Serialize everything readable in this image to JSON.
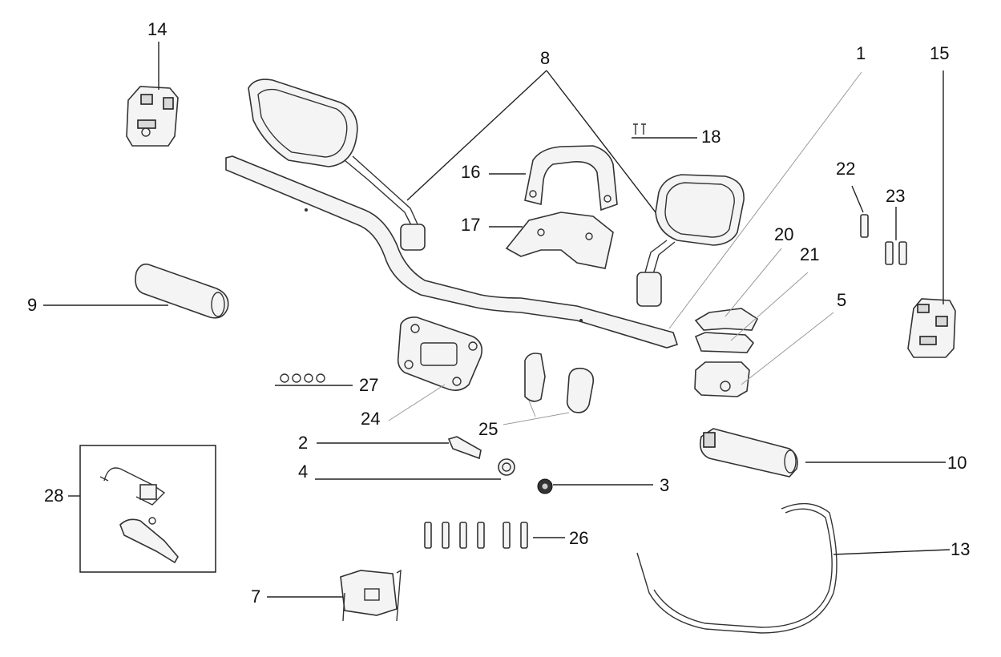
{
  "callouts": [
    {
      "id": "1",
      "label": "1"
    },
    {
      "id": "2",
      "label": "2"
    },
    {
      "id": "3",
      "label": "3"
    },
    {
      "id": "4",
      "label": "4"
    },
    {
      "id": "5",
      "label": "5"
    },
    {
      "id": "7",
      "label": "7"
    },
    {
      "id": "8",
      "label": "8"
    },
    {
      "id": "9",
      "label": "9"
    },
    {
      "id": "10",
      "label": "10"
    },
    {
      "id": "13",
      "label": "13"
    },
    {
      "id": "14",
      "label": "14"
    },
    {
      "id": "15",
      "label": "15"
    },
    {
      "id": "16",
      "label": "16"
    },
    {
      "id": "17",
      "label": "17"
    },
    {
      "id": "18",
      "label": "18"
    },
    {
      "id": "20",
      "label": "20"
    },
    {
      "id": "21",
      "label": "21"
    },
    {
      "id": "22",
      "label": "22"
    },
    {
      "id": "23",
      "label": "23"
    },
    {
      "id": "24",
      "label": "24"
    },
    {
      "id": "25",
      "label": "25"
    },
    {
      "id": "26",
      "label": "26"
    },
    {
      "id": "27",
      "label": "27"
    },
    {
      "id": "28",
      "label": "28"
    }
  ]
}
